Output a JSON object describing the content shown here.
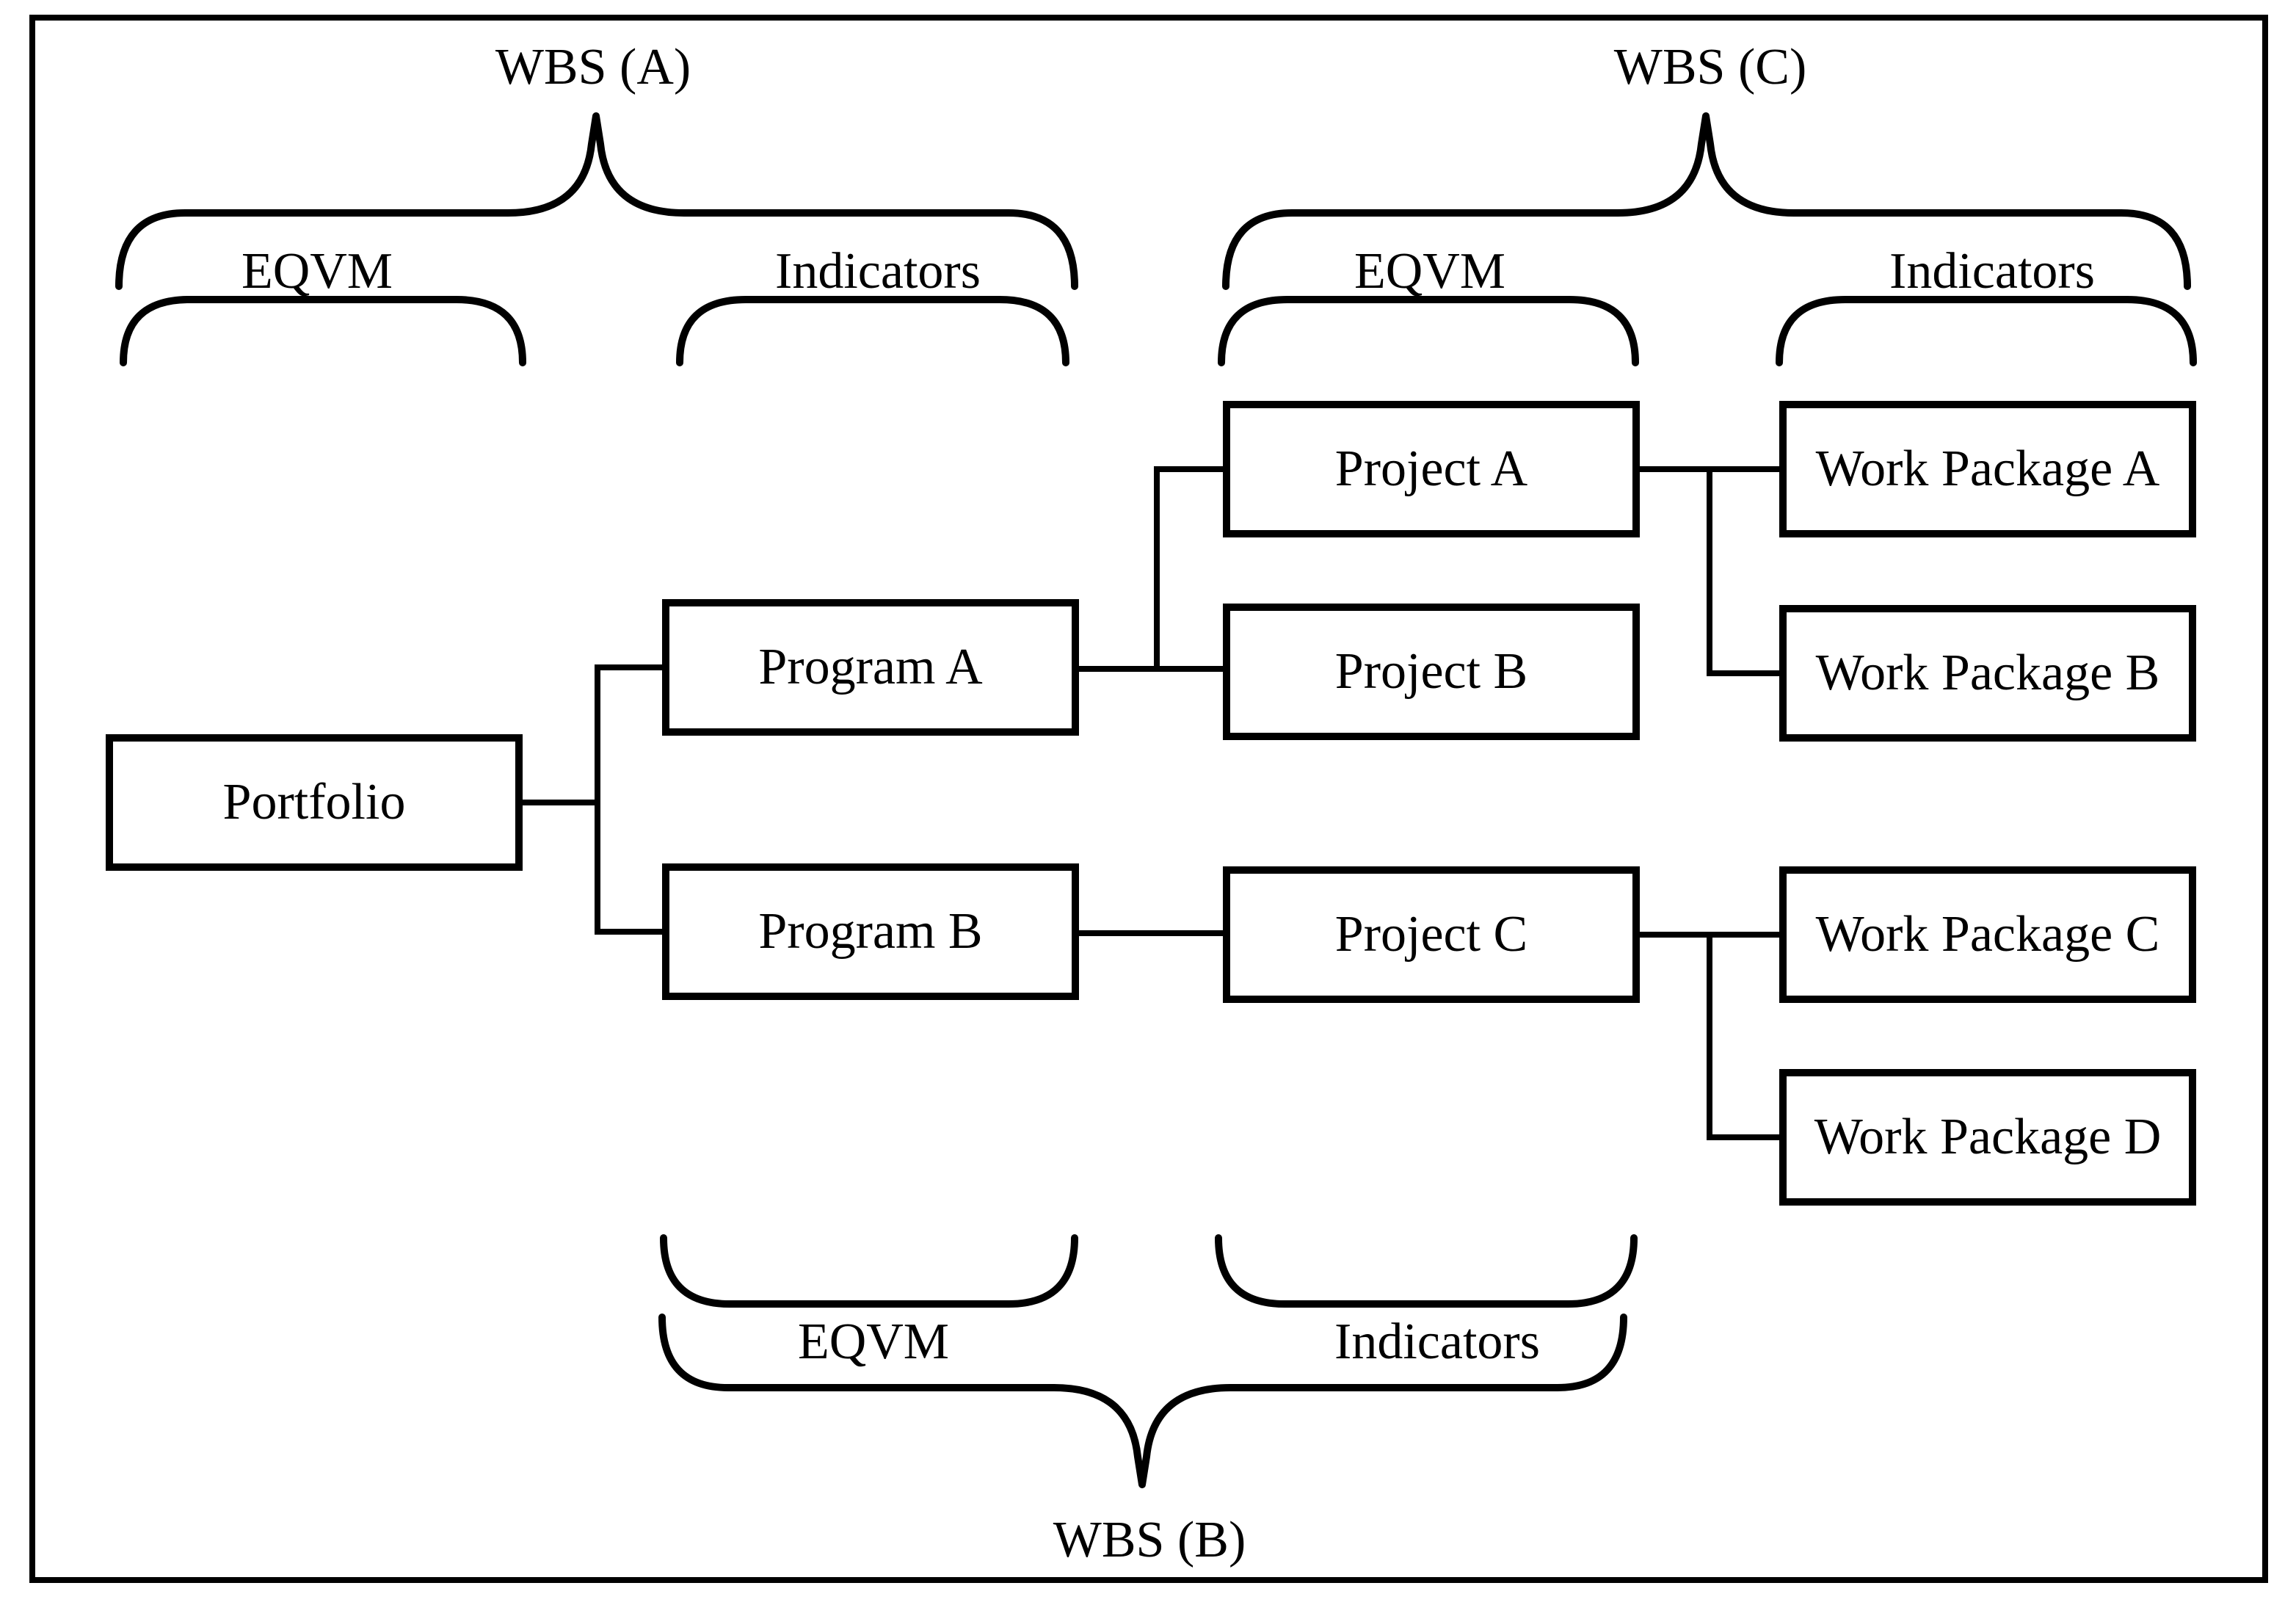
{
  "nodes": {
    "portfolio": "Portfolio",
    "program_a": "Program A",
    "program_b": "Program B",
    "project_a": "Project A",
    "project_b": "Project B",
    "project_c": "Project C",
    "work_package_a": "Work Package A",
    "work_package_b": "Work Package B",
    "work_package_c": "Work Package C",
    "work_package_d": "Work Package D"
  },
  "groups": {
    "wbs_a": {
      "title": "WBS (A)",
      "eqvm": "EQVM",
      "indicators": "Indicators"
    },
    "wbs_b": {
      "title": "WBS (B)",
      "eqvm": "EQVM",
      "indicators": "Indicators"
    },
    "wbs_c": {
      "title": "WBS (C)",
      "eqvm": "EQVM",
      "indicators": "Indicators"
    }
  },
  "colors": {
    "line": "#000000",
    "background": "#ffffff"
  }
}
